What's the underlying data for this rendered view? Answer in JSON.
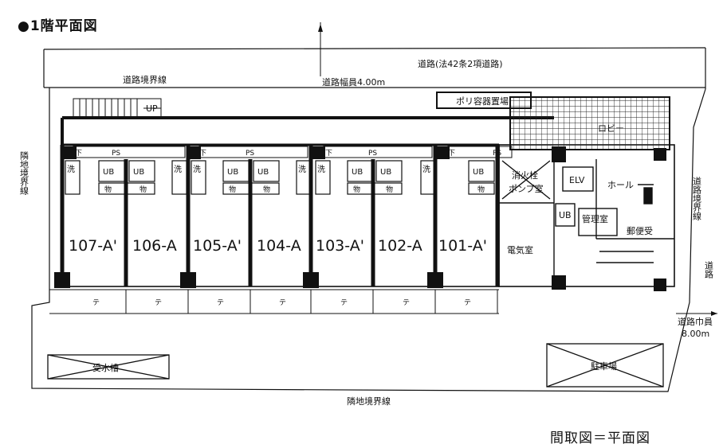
{
  "title": "●1階平面図",
  "caption": "間取図＝平面図",
  "road_top": {
    "label": "道路(法42条2項道路)",
    "width": "道路幅員4.00m"
  },
  "boundary_top": "道路境界線",
  "boundary_left": "隣地境界線",
  "boundary_right": "道路境界線",
  "boundary_bottom": "隣地境界線",
  "road_right": {
    "label": "道路",
    "width": "道路巾員",
    "width_value": "8.00m"
  },
  "stair": "UP",
  "units": [
    "107-A'",
    "106-A",
    "105-A'",
    "104-A",
    "103-A'",
    "102-A",
    "101-A'"
  ],
  "fixtures": {
    "ub": "UB",
    "wash": "洗",
    "storage": "物",
    "ps": "PS",
    "shoe": "下",
    "terrace": "テ"
  },
  "rooms": {
    "poly": "ポリ容器置場",
    "lobby": "ロビー",
    "hall": "ホール",
    "elv": "ELV",
    "fire1": "消火栓",
    "fire2": "ポンプ室",
    "denki": "電気室",
    "kanri": "管理室",
    "ub_kanri": "UB",
    "mailbox": "郵便受",
    "water": "受水槽",
    "parking": "駐車場"
  }
}
